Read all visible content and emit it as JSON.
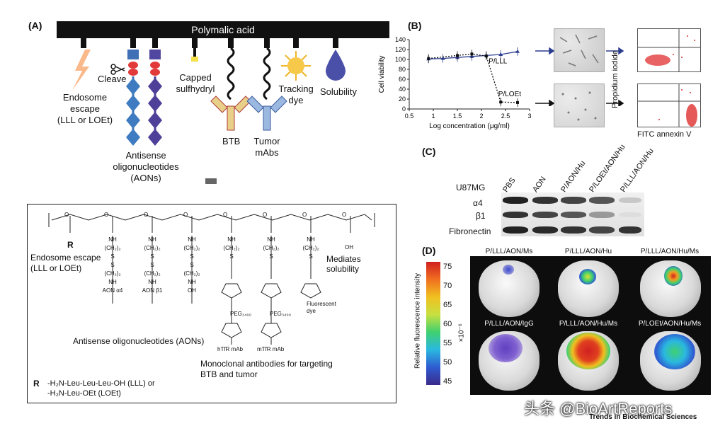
{
  "panelA": {
    "letter": "(A)",
    "backbone": "Polymalic acid",
    "endosome": [
      "Endosome",
      "escape",
      "(LLL or LOEt)"
    ],
    "cleave": "Cleave",
    "capped": [
      "Capped",
      "sulfhydryl"
    ],
    "btb": "BTB",
    "tumor_mabs": [
      "Tumor",
      "mAbs"
    ],
    "tracking": [
      "Tracking",
      "dye"
    ],
    "solubility": "Solubility",
    "aons": [
      "Antisense",
      "oligonucleotides",
      "(AONs)"
    ]
  },
  "structure": {
    "r": "R",
    "endosome_escape": [
      "Endosome escape",
      "(LLL or LOEt)"
    ],
    "mediates_solubility": "Mediates solubility",
    "aon_label": "Antisense oligonucleotides (AONs)",
    "mab_label": [
      "Monoclonal antibodies for targeting",
      "BTB and tumor"
    ],
    "r_def_1": "-H₂N-Leu-Leu-Leu-OH (LLL) or",
    "r_def_2": "-H₂N-Leu-OEt (LOEt)",
    "ch2": "(CH₂)₂",
    "s": "S",
    "nh": "NH",
    "oh": "OH",
    "o": "O",
    "n": "N",
    "aon_a4": "AON α4",
    "aon_b1": "AON β1",
    "peg": "PEG₃₄₀₀",
    "htfr": "hTfR mAb",
    "mtfr": "mTfR mAb",
    "fluor": [
      "Fluorescent",
      "dye"
    ]
  },
  "panelB": {
    "letter": "(B)",
    "chart_data": {
      "type": "line",
      "ylabel": "Cell viability",
      "xlabel": "Log concentration (μg/ml)",
      "xlim": [
        0.5,
        3.0
      ],
      "ylim": [
        0,
        140
      ],
      "xticks": [
        "0.5",
        "1",
        "1.5",
        "2",
        "2.5",
        "3"
      ],
      "yticks": [
        "0",
        "20",
        "40",
        "60",
        "80",
        "100",
        "120",
        "140"
      ],
      "series": [
        {
          "name": "P/LLL",
          "color": "#2b3d8f",
          "x": [
            0.9,
            1.2,
            1.5,
            1.8,
            2.1,
            2.4,
            2.75
          ],
          "y": [
            101,
            102,
            104,
            106,
            108,
            110,
            116
          ]
        },
        {
          "name": "P/LOEt",
          "color": "#111111",
          "x": [
            0.9,
            1.5,
            1.8,
            2.1,
            2.4,
            2.75
          ],
          "y": [
            102,
            108,
            111,
            107,
            14,
            13
          ]
        }
      ]
    },
    "flow_ylabel": "Propidium iodide",
    "flow_xlabel": "FITC annexin V"
  },
  "panelC": {
    "letter": "(C)",
    "cell_line": "U87MG",
    "lanes": [
      "PBS",
      "AON",
      "P/AON/Hu",
      "P/LOEt/AON/Hu",
      "P/LLL/AON/Hu"
    ],
    "rows": [
      "α4",
      "β1",
      "Fibronectin"
    ]
  },
  "panelD": {
    "letter": "(D)",
    "colorbar_label": "Relative fluorescence intensity",
    "colorbar_unit": "×10⁻⁶",
    "colorbar_ticks": [
      "45",
      "50",
      "55",
      "60",
      "65",
      "70",
      "75"
    ],
    "labels": [
      "P/LLL/AON/Ms",
      "P/LLL/AON/Hu",
      "P/LLL/AON/Hu/Ms",
      "P/LLL/AON/IgG",
      "P/LLL/AON/Hu/Ms",
      "P/LOEt/AON/Hu/Ms"
    ]
  },
  "watermark": {
    "main": "头条 @BioArtReports",
    "journal": "Trends in Biochemical Sciences"
  }
}
